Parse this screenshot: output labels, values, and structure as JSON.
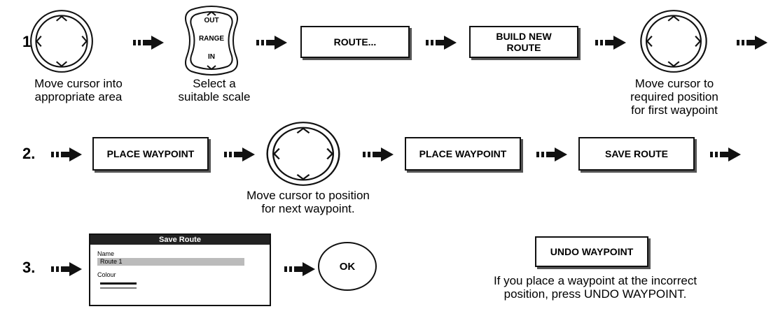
{
  "steps": [
    {
      "number": "1.",
      "range_key": {
        "top": "OUT",
        "middle": "RANGE",
        "bottom": "IN"
      },
      "boxes": {
        "route": "ROUTE...",
        "build_line1": "BUILD NEW",
        "build_line2": "ROUTE"
      },
      "captions": {
        "move_area_line1": "Move cursor into",
        "move_area_line2": "appropriate area",
        "scale_line1": "Select a",
        "scale_line2": "suitable scale",
        "first_wp_line1": "Move cursor to",
        "first_wp_line2": "required position",
        "first_wp_line3": "for first waypoint"
      }
    },
    {
      "number": "2.",
      "boxes": {
        "place_1": "PLACE WAYPOINT",
        "place_2": "PLACE WAYPOINT",
        "save": "SAVE ROUTE"
      },
      "captions": {
        "next_wp_line1": "Move cursor to position",
        "next_wp_line2": "for next waypoint."
      }
    },
    {
      "number": "3.",
      "dialog": {
        "title": "Save Route",
        "name_label": "Name",
        "name_value": "Route 1",
        "colour_label": "Colour"
      },
      "ok": "OK",
      "undo": {
        "button": "UNDO WAYPOINT",
        "note_line1": "If you place a waypoint at the incorrect",
        "note_line2": "position, press UNDO WAYPOINT."
      }
    }
  ],
  "colors": {
    "ink": "#111111",
    "shadow": "#555555",
    "field": "#bbbbbb"
  }
}
